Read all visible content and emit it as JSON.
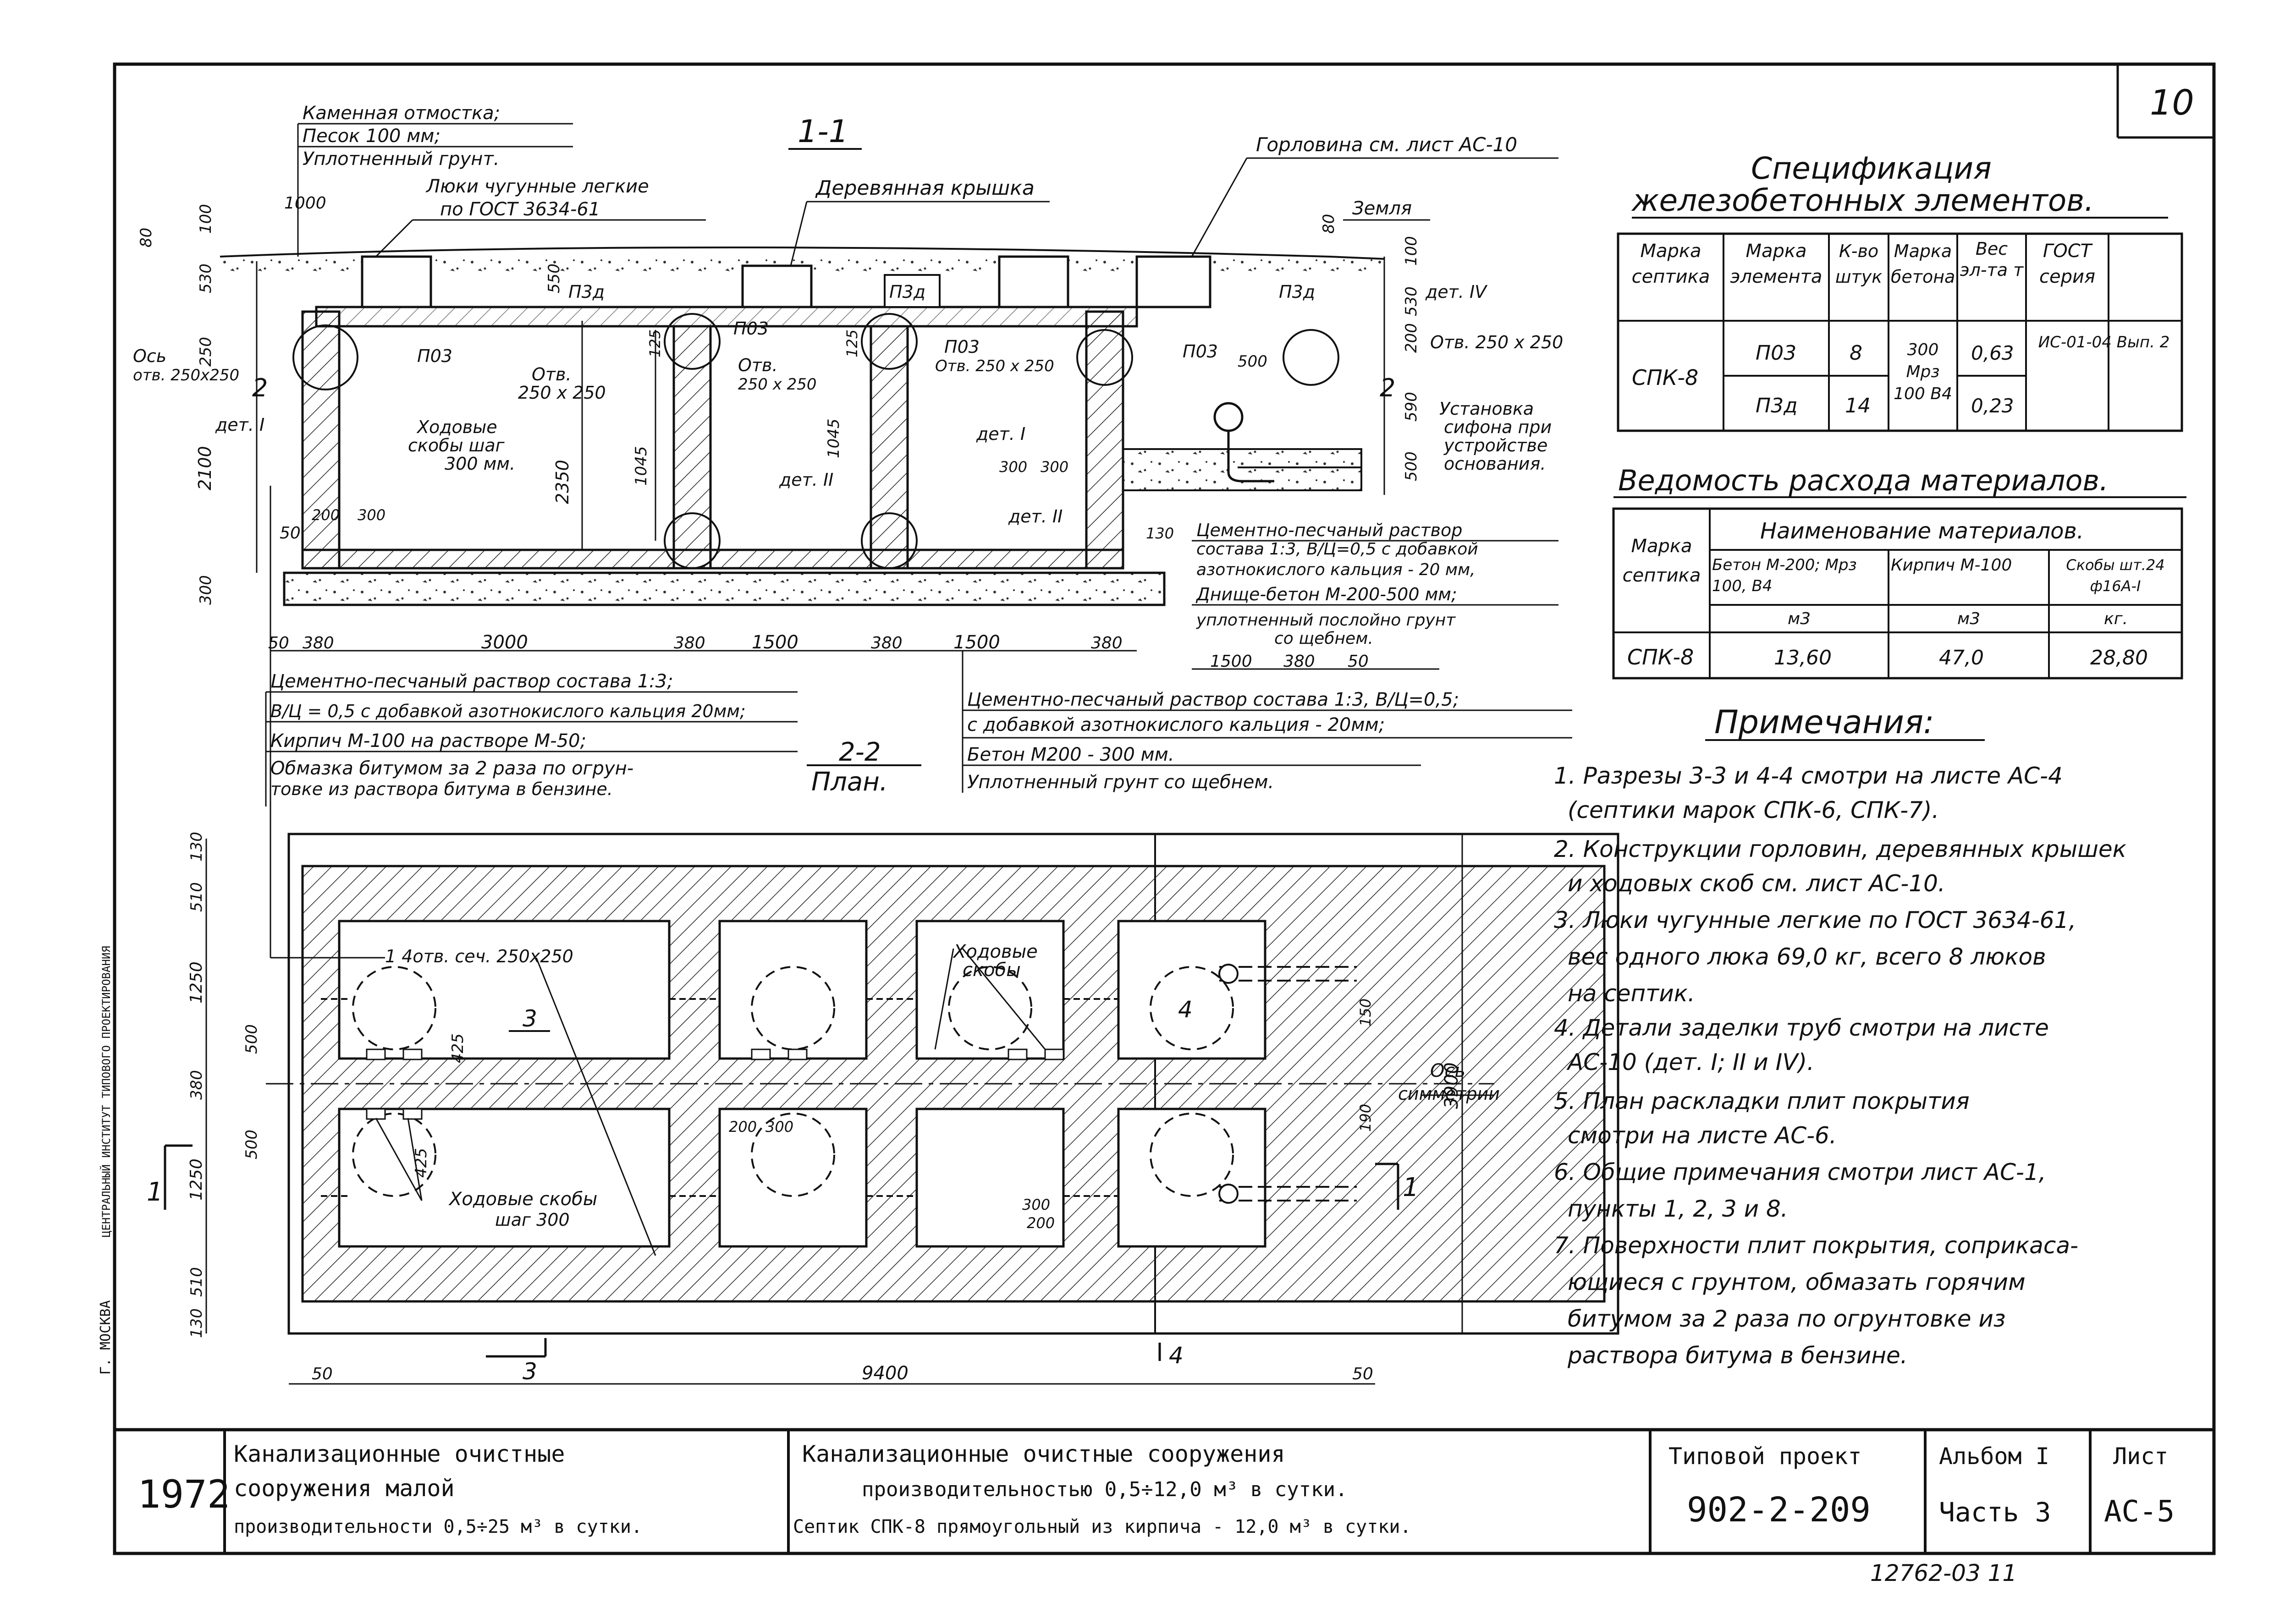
{
  "sheet_number": "10",
  "section_1_1": {
    "title": "1-1",
    "ground_layers": [
      "Каменная отмостка;",
      "Песок 100 мм;",
      "Уплотненный грунт."
    ],
    "hatches_label_1": "Люки чугунные легкие",
    "hatches_label_2": "по ГОСТ 3634-61",
    "wooden_cover": "Деревянная крышка",
    "neck_label": "Горловина см. лист АС-10",
    "ground": "Земля",
    "det_4": "дет. IV",
    "opening_right": "Отв. 250 x 250",
    "siphon_1": "Установка",
    "siphon_2": "сифона при",
    "siphon_3": "устройстве",
    "siphon_4": "основания.",
    "axis_1": "Ось",
    "axis_2": "отв. 250x250",
    "det_1_left": "дет. I",
    "ladders_1": "Ходовые",
    "ladders_2": "скобы шаг",
    "ladders_3": "300 мм.",
    "opening_a_1": "Отв.",
    "opening_a_2": "250 x 250",
    "opening_b_1": "Отв.",
    "opening_b_2": "250 x 250",
    "opening_c": "Отв. 250 x 250",
    "det_2a": "дет. II",
    "det_1b": "дет. I",
    "det_2b": "дет. II",
    "p3g_1": "П3д",
    "p3g_2": "П3д",
    "p3g_3": "П3д",
    "p03_1": "П03",
    "p03_2": "П03",
    "p03_3": "П03",
    "p03_4": "П03",
    "dims_top": [
      "1000",
      "80",
      "100",
      "530",
      "550",
      "125",
      "125",
      "80",
      "100",
      "530",
      "200",
      "590",
      "500",
      "250",
      "2100",
      "300",
      "2350",
      "1045",
      "1045",
      "200",
      "300",
      "50",
      "300",
      "300",
      "500",
      "130"
    ],
    "dims_bottom": [
      "50",
      "380",
      "3000",
      "380",
      "1500",
      "380",
      "1500",
      "380",
      "1500",
      "380",
      "50"
    ],
    "label_2": "2",
    "label_2b": "2"
  },
  "notes_left": [
    "Цементно-песчаный раствор состава 1:3;",
    "В/Ц = 0,5 с добавкой азотнокислого кальция 20мм;",
    "Кирпич М-100 на растворе М-50;",
    "Обмазка битумом за 2 раза по огрун-",
    "товке из раствора битума в бензине."
  ],
  "notes_mid": [
    "Цементно-песчаный раствор",
    "состава 1:3, В/Ц=0,5 с добавкой",
    "азотнокислого кальция - 20 мм,",
    "Днище-бетон М-200-500 мм;",
    "уплотненный послойно грунт",
    "со щебнем."
  ],
  "notes_bottom": [
    "Цементно-песчаный раствор состава 1:3, В/Ц=0,5;",
    "с добавкой азотнокислого кальция - 20мм;",
    "Бетон М200 - 300 мм.",
    "Уплотненный грунт со щебнем."
  ],
  "plan": {
    "title_1": "2-2",
    "title_2": "План.",
    "openings": "1 4отв. сеч. 250x250",
    "ladders_1": "Ходовые",
    "ladders_2": "скобы",
    "ladders_b_1": "Ходовые скобы",
    "ladders_b_2": "шаг 300",
    "axis_1": "Ось",
    "axis_2": "симметрии",
    "dims_left": [
      "130",
      "510",
      "1250",
      "500",
      "380",
      "500",
      "1250",
      "510",
      "130"
    ],
    "dims_inner": [
      "425",
      "425",
      "200",
      "300",
      "300",
      "200",
      "190",
      "150"
    ],
    "dims_bottom": [
      "50",
      "9400",
      "50"
    ],
    "dim_right": "3900",
    "marks": [
      "1",
      "1",
      "3",
      "3",
      "4",
      "4"
    ]
  },
  "spec": {
    "title_1": "Спецификация",
    "title_2": "железобетонных элементов.",
    "headers": [
      "Марка септика",
      "Марка элемента",
      "К-во штук",
      "Марка бетона",
      "Вес эл-та т",
      "ГОСТ серия"
    ],
    "septic": "СПК-8",
    "rows": [
      [
        "П03",
        "8",
        "0,63"
      ],
      [
        "П3д",
        "14",
        "0,23"
      ]
    ],
    "concrete": "300 Мрз 100 В4",
    "gost": "ИС-01-04 Вып. 2"
  },
  "materials": {
    "title": "Ведомость расхода материалов.",
    "h_mark": "Марка септика",
    "h_names": "Наименование материалов.",
    "cols": [
      "Бетон М-200; Мрз 100, В4",
      "Кирпич М-100",
      "Скобы шт.24 ф16А-I"
    ],
    "units": [
      "м3",
      "м3",
      "кг."
    ],
    "septic": "СПК-8",
    "values": [
      "13,60",
      "47,0",
      "28,80"
    ]
  },
  "remarks": {
    "title": "Примечания:",
    "lines": [
      "1. Разрезы 3-3 и 4-4 смотри на листе АС-4",
      "(септики марок СПК-6, СПК-7).",
      "2. Конструкции горловин, деревянных крышек",
      "и ходовых скоб см. лист АС-10.",
      "3. Люки чугунные легкие по ГОСТ 3634-61,",
      "вес одного люка 69,0 кг, всего 8 люков",
      "на септик.",
      "4. Детали заделки труб смотри на листе",
      "АС-10 (дет. I; II и IV).",
      "5. План раскладки плит покрытия",
      "смотри на листе АС-6.",
      "6. Общие примечания смотри лист АС-1,",
      "пункты 1, 2, 3 и 8.",
      "7. Поверхности плит покрытия, соприкаса-",
      "ющиеся с грунтом, обмазать горячим",
      "битумом за 2 раза по огрунтовке из",
      "раствора битума в бензине."
    ]
  },
  "title_block": {
    "year": "1972",
    "album_desc": [
      "Канализационные очистные",
      "сооружения малой",
      "производительности 0,5÷25 м³ в сутки."
    ],
    "project_desc": [
      "Канализационные очистные сооружения",
      "производительностью 0,5÷12,0 м³ в сутки.",
      "Септик СПК-8 прямоугольный из кирпича - 12,0 м³ в сутки."
    ],
    "type_project_label": "Типовой проект",
    "type_project_number": "902-2-209",
    "album_label": "Альбом I",
    "album_part": "Часть 3",
    "sheet_label": "Лист",
    "sheet_code": "АС-5",
    "inventory": "12762-03   11"
  },
  "side_stamp": "Г. МОСКВА",
  "side_text": "ЦЕНТРАЛЬНЫЙ ИНСТИТУТ ТИПОВОГО ПРОЕКТИРОВАНИЯ"
}
